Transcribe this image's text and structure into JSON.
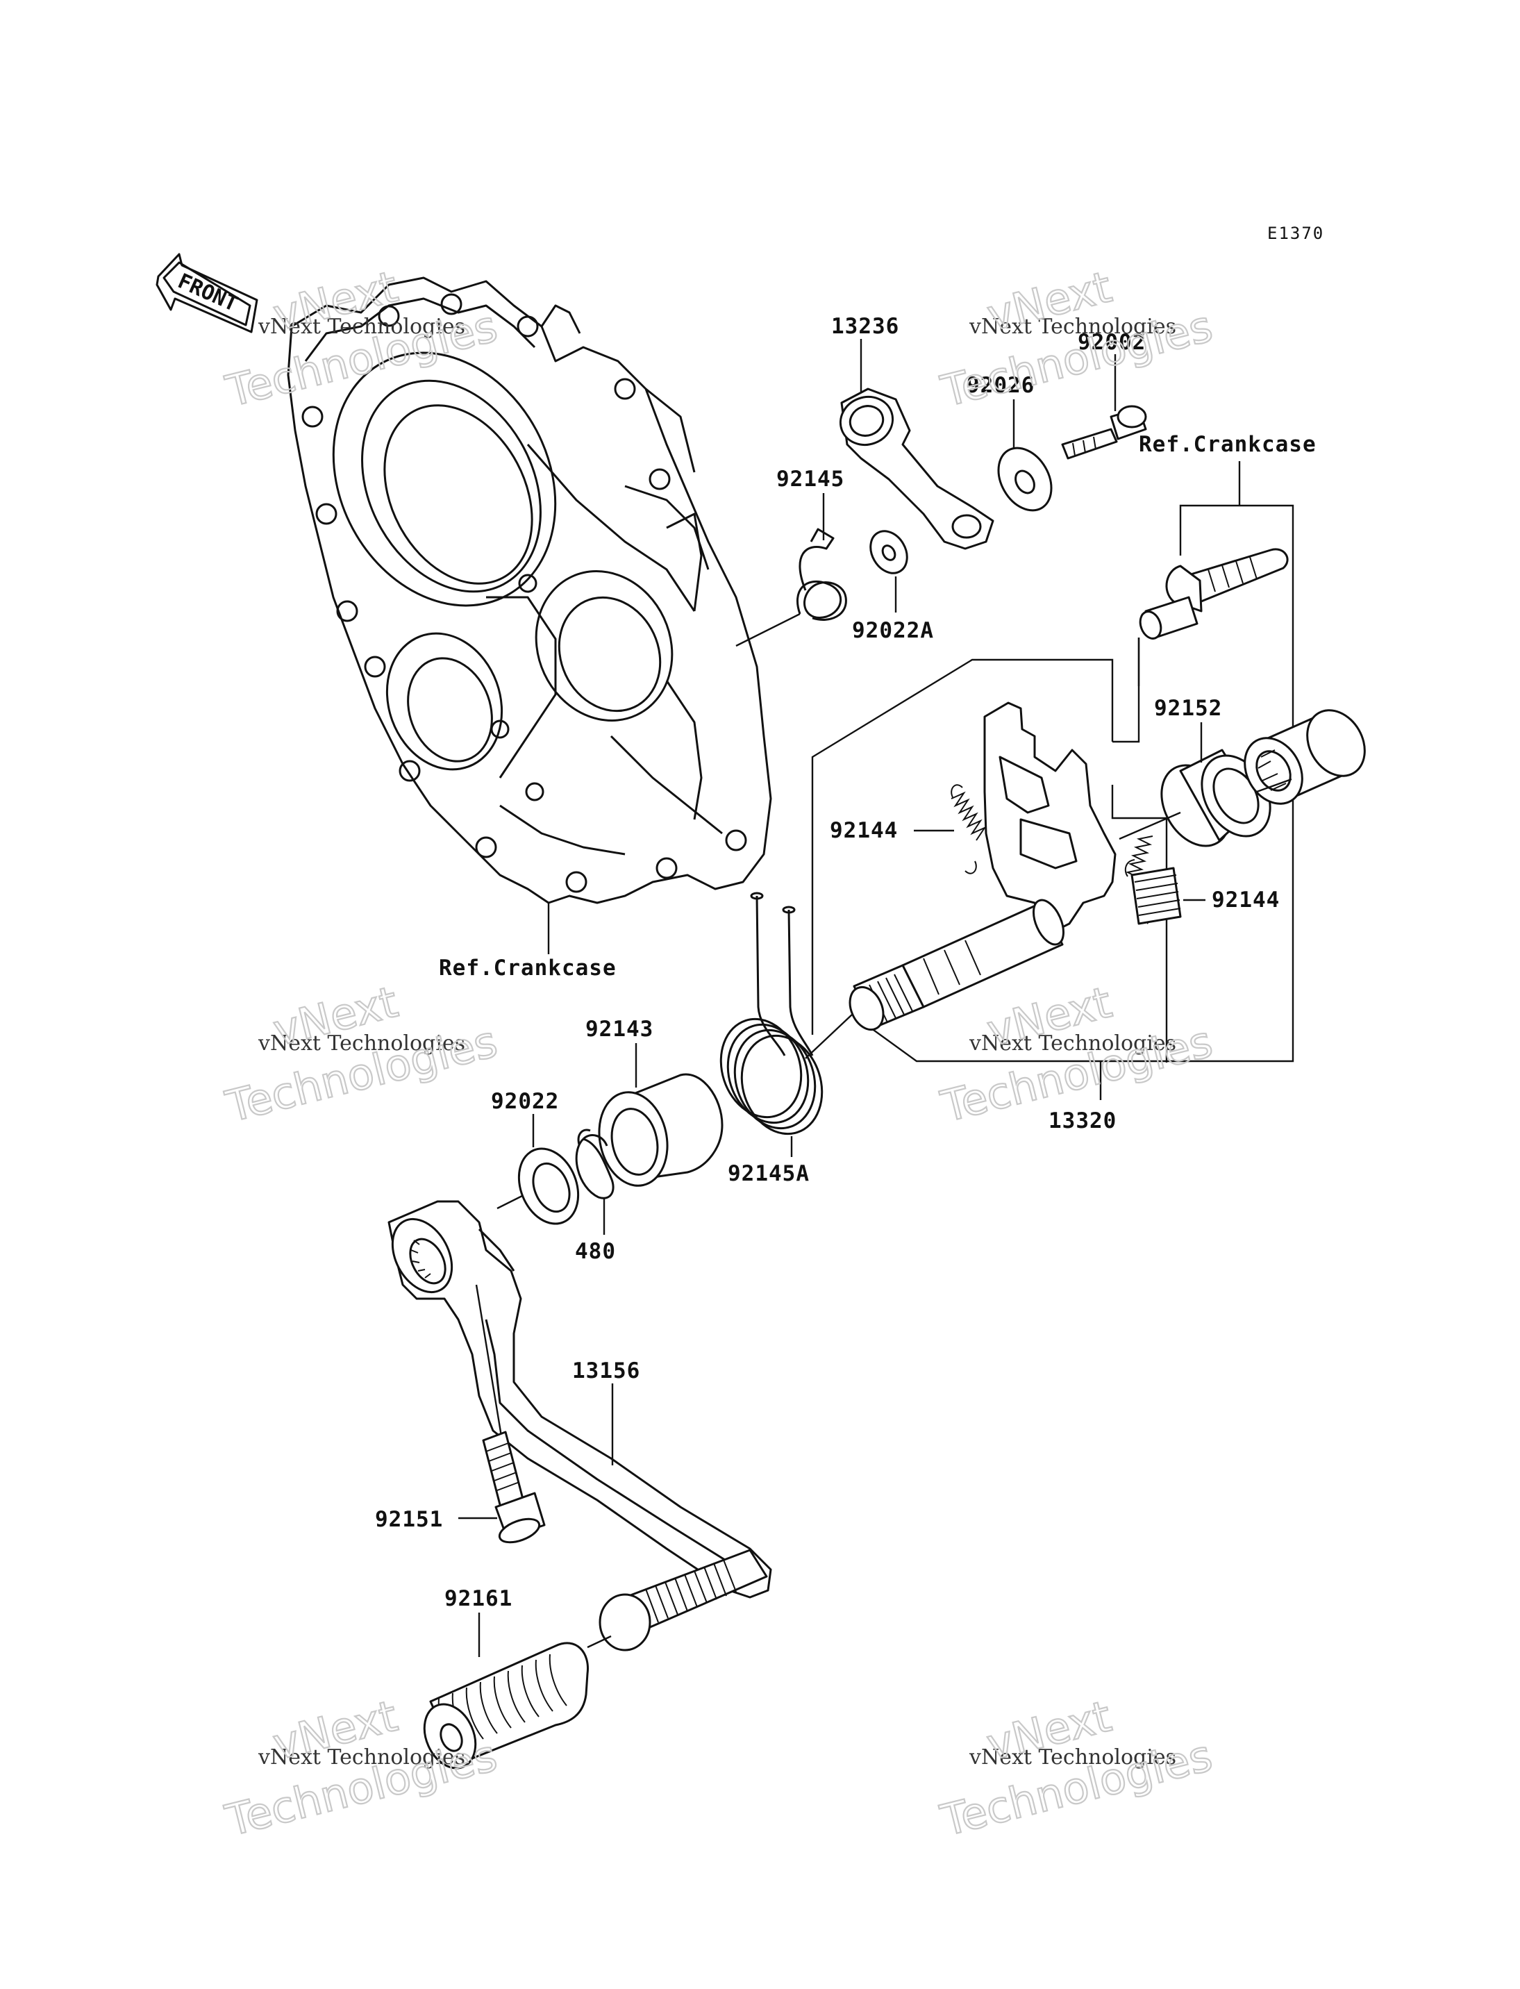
{
  "diagram_code": "E1370",
  "front_label": "FRONT",
  "ref_labels": {
    "upper": "Ref.Crankcase",
    "lower": "Ref.Crankcase"
  },
  "parts": {
    "p13236": "13236",
    "p92002": "92002",
    "p92026": "92026",
    "p92145": "92145",
    "p92022A": "92022A",
    "p92152": "92152",
    "p92144_left": "92144",
    "p92144_right": "92144",
    "p92143": "92143",
    "p92022": "92022",
    "p480": "480",
    "p92145A": "92145A",
    "p13320": "13320",
    "p13156": "13156",
    "p92151": "92151",
    "p92161": "92161"
  },
  "watermarks": {
    "small": "vNext Technologies",
    "big_line1": "vNext",
    "big_line2": "Technologies"
  }
}
